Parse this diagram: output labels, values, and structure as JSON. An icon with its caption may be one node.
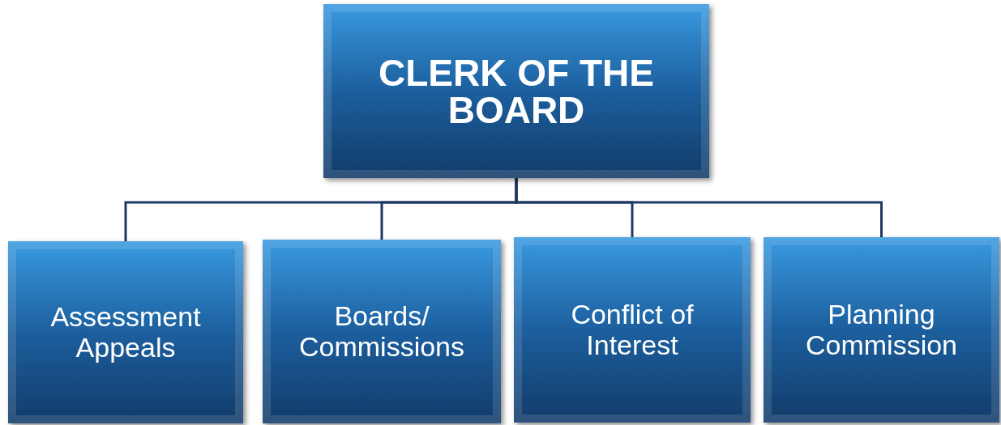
{
  "diagram": {
    "nodes": [
      {
        "text": [
          "CLERK OF THE BOARD"
        ]
      },
      {
        "text": [
          "Assessment Appeals"
        ]
      },
      {
        "text": [
          "Boards/ Commissions"
        ]
      },
      {
        "text": [
          "Conflict of Interest"
        ]
      },
      {
        "text": [
          "Planning Commission"
        ]
      }
    ],
    "edges": [
      {
        "from": 0,
        "to": 1,
        "arrow": "none"
      },
      {
        "from": 0,
        "to": 2,
        "arrow": "none"
      },
      {
        "from": 0,
        "to": 3,
        "arrow": "none"
      },
      {
        "from": 0,
        "to": 4,
        "arrow": "none"
      }
    ]
  }
}
